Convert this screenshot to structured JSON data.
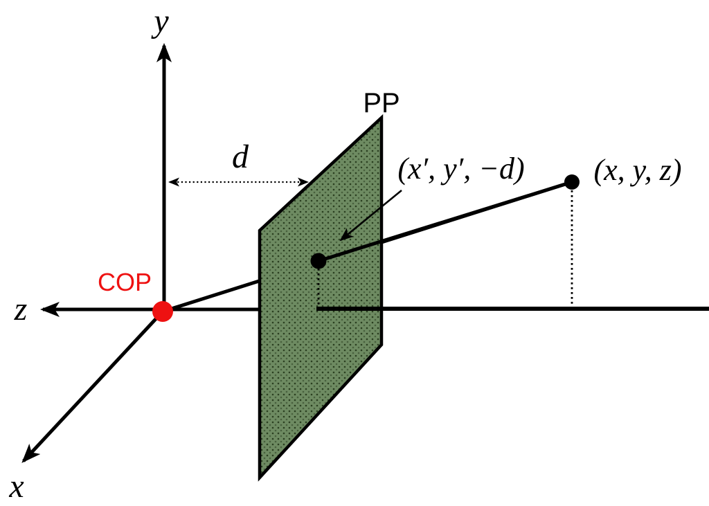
{
  "scene": {
    "description": "Perspective projection geometry diagram",
    "labels": {
      "axis_y": "y",
      "axis_z": "z",
      "axis_x": "x",
      "cop": "COP",
      "projection_plane": "PP",
      "focal_distance": "d",
      "projected_point": "(x′, y′, −d)",
      "world_point": "(x, y, z)"
    },
    "colors": {
      "background": "#FFFFFF",
      "ink": "#000000",
      "cop_red": "#EE1111",
      "plane_fill": "#6E8B62",
      "plane_dot": "#223618"
    }
  }
}
